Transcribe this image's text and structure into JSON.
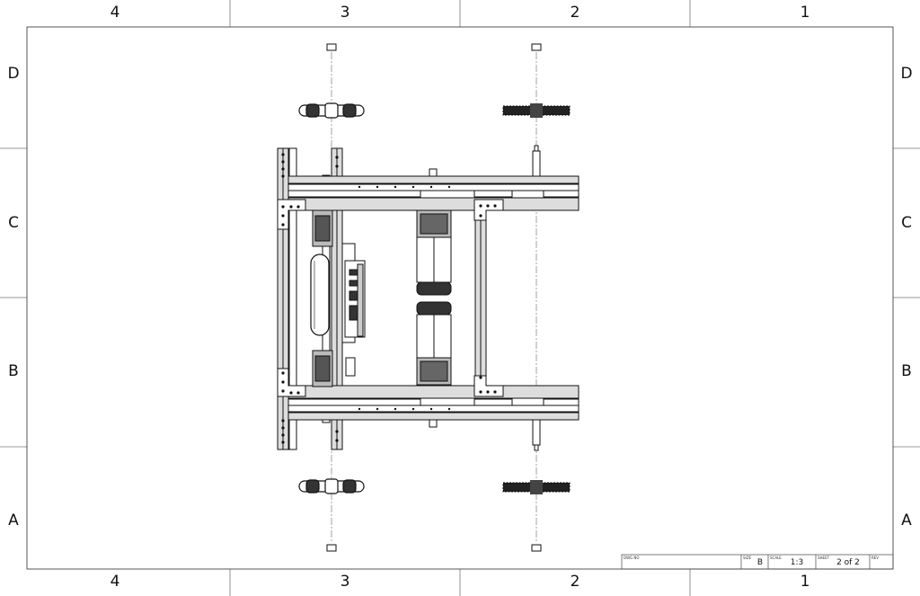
{
  "border": {
    "columns": [
      "4",
      "3",
      "2",
      "1"
    ],
    "rows": [
      "D",
      "C",
      "B",
      "A"
    ]
  },
  "title_block": {
    "dwg_no_label": "DWG NO",
    "size_label": "SIZE",
    "size_value": "B",
    "scale_label": "SCALE",
    "scale_value": "1:3",
    "sheet_label": "SHEET",
    "sheet_value": "2 of 2",
    "rev_label": "REV"
  },
  "colors": {
    "line": "#111111",
    "frame_fill": "#dcdcdc",
    "centerline": "#666666"
  },
  "icons": [
    "robot-chassis-top-view",
    "wheel-icon",
    "gear-icon",
    "motor-icon"
  ]
}
